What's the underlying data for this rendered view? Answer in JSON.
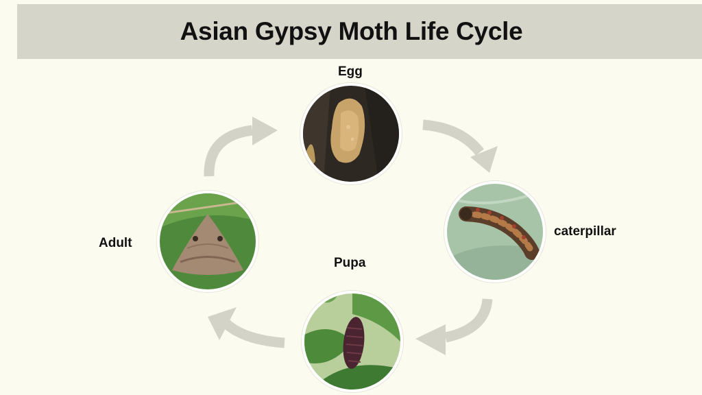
{
  "title": "Asian Gypsy Moth Life Cycle",
  "stages": {
    "egg": {
      "label": "Egg"
    },
    "caterpillar": {
      "label": "caterpillar"
    },
    "pupa": {
      "label": "Pupa"
    },
    "adult": {
      "label": "Adult"
    }
  },
  "colors": {
    "header_bg": "#d6d5c9",
    "page_bg": "#fcfbf0",
    "arrow": "#d4d3c7"
  }
}
